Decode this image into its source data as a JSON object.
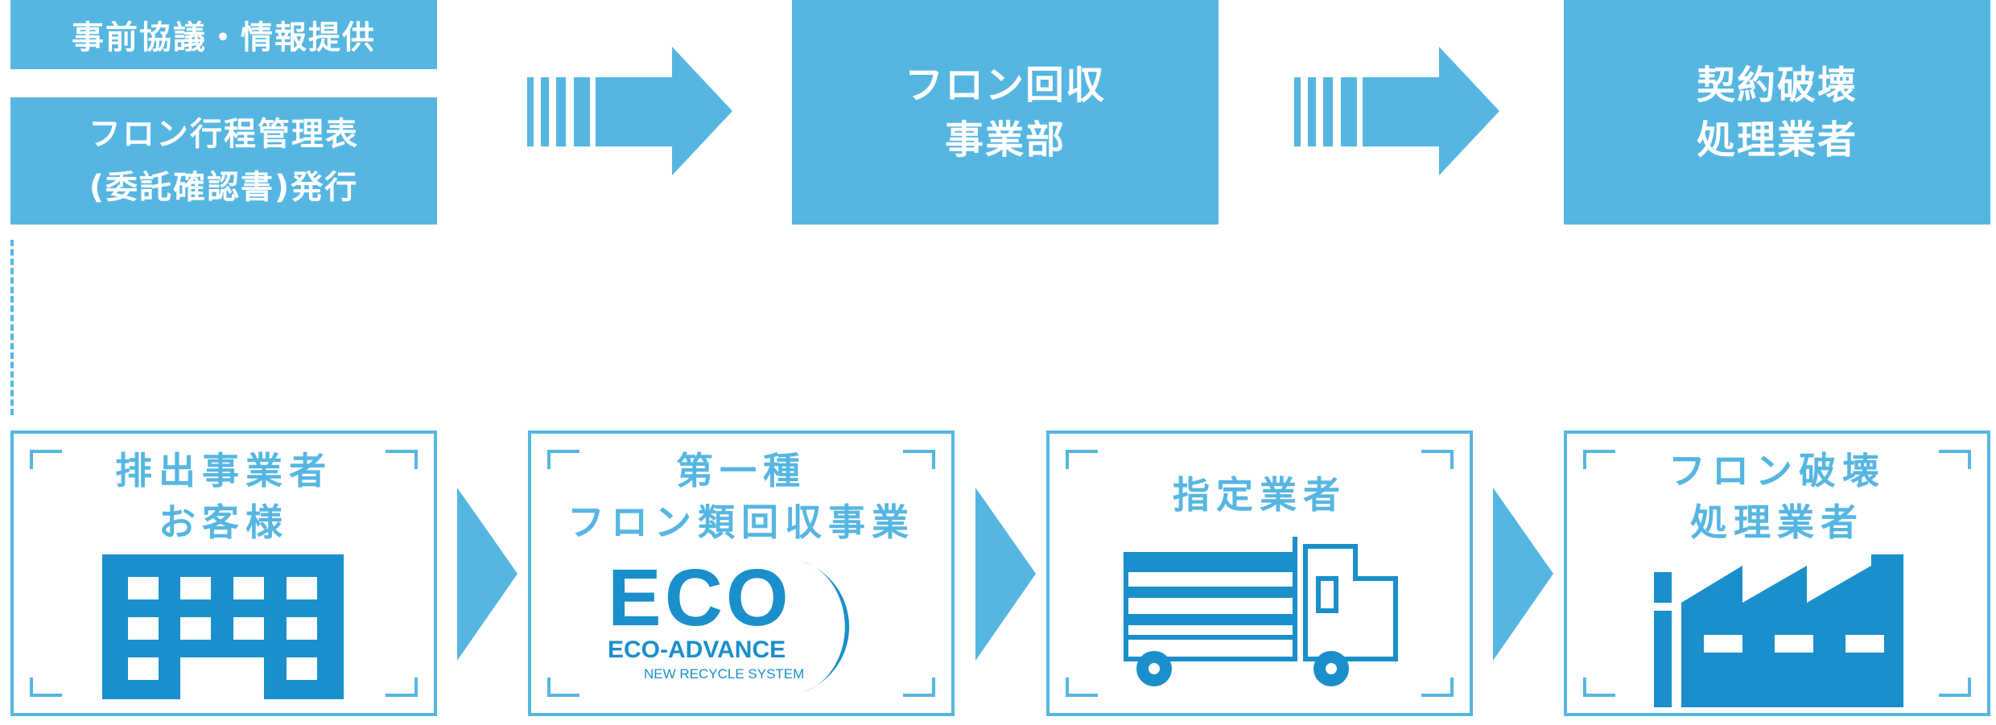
{
  "colors": {
    "accent": "#56b6e2",
    "icon": "#1a8fcb",
    "white": "#ffffff"
  },
  "top": {
    "consult": "事前協議・情報提供",
    "form_line1": "フロン行程管理表",
    "form_line2": "(委託確認書)発行",
    "recovery_line1": "フロン回収",
    "recovery_line2": "事業部",
    "contract_line1": "契約破壊",
    "contract_line2": "処理業者"
  },
  "cards": {
    "discharger_line1": "排出事業者",
    "discharger_line2": "お客様",
    "collector_line1": "第一種",
    "collector_line2": "フロン類回収事業",
    "designated": "指定業者",
    "destroyer_line1": "フロン破壊",
    "destroyer_line2": "処理業者"
  },
  "logo": {
    "mark": "ECO",
    "name": "ECO-ADVANCE",
    "tagline": "NEW RECYCLE SYSTEM"
  },
  "icons": {
    "building": "office-building-icon",
    "truck": "truck-icon",
    "factory": "factory-icon"
  }
}
